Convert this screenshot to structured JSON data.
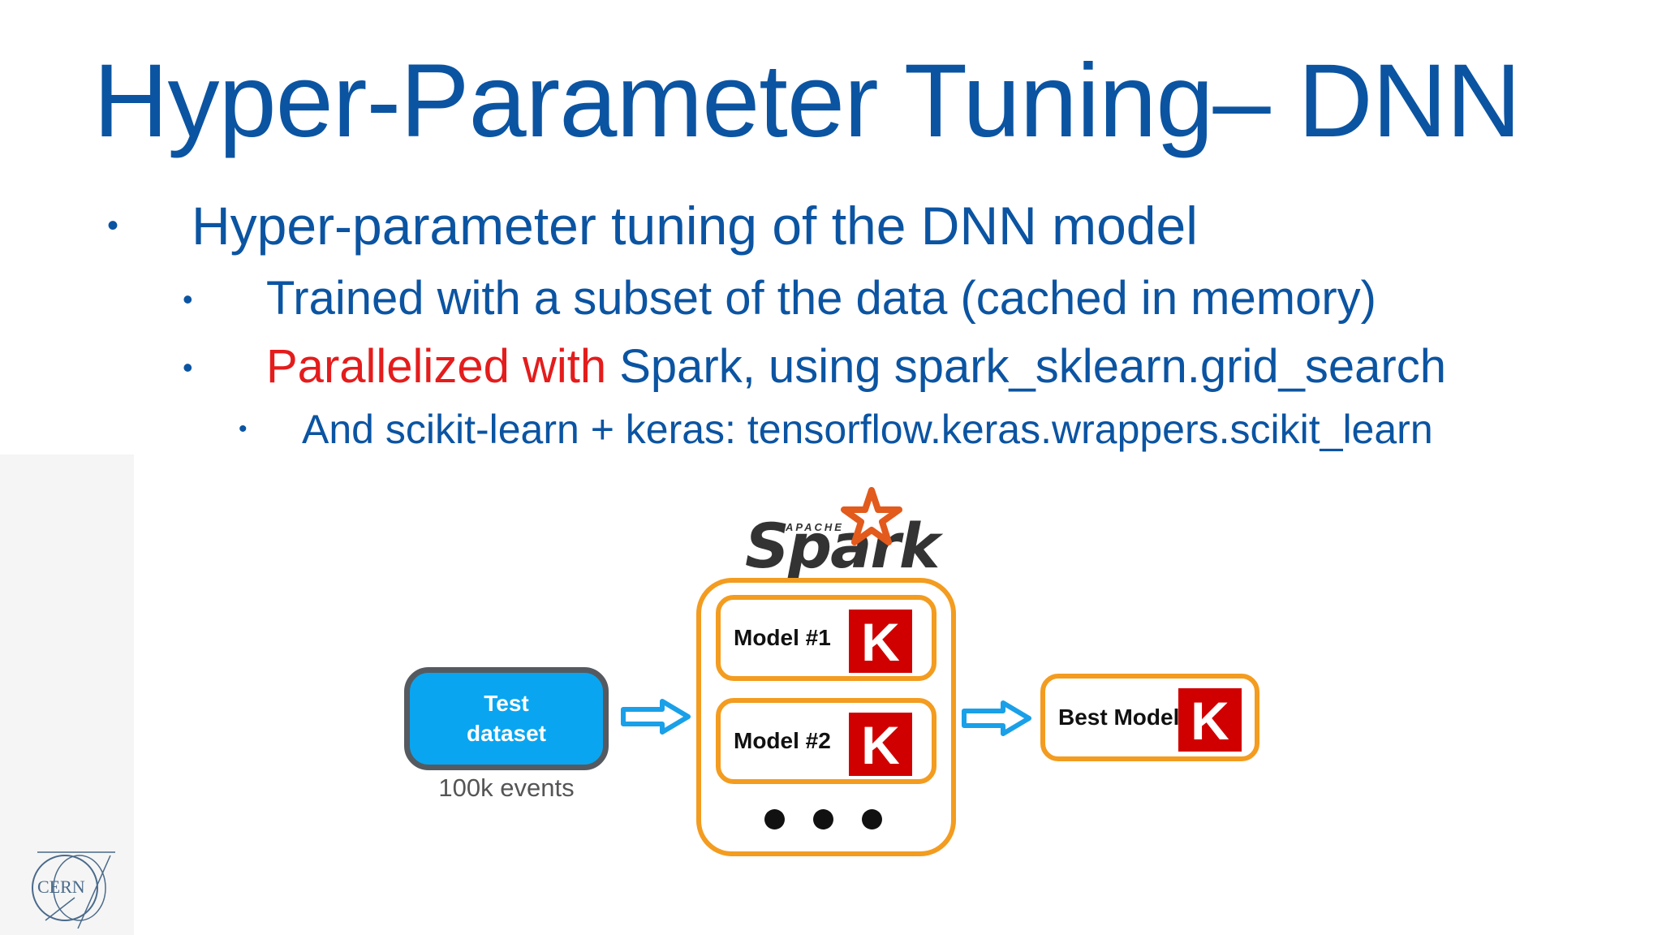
{
  "slide": {
    "title": "Hyper-Parameter Tuning– DNN",
    "bullets": {
      "b1": "Hyper-parameter tuning of the DNN model",
      "b2": "Trained with a subset of the data (cached in memory)",
      "b3_red": "Parallelized with",
      "b3_rest": " Spark, using spark_sklearn.grid_search",
      "b4": "And scikit-learn + keras: tensorflow.keras.wrappers.scikit_learn",
      "marker": "•"
    }
  },
  "diagram": {
    "test_dataset": {
      "line1": "Test",
      "line2": "dataset"
    },
    "events_caption": "100k events",
    "spark_logo": {
      "apache": "APACHE",
      "spark": "Spark"
    },
    "models": [
      {
        "label": "Model #1"
      },
      {
        "label": "Model #2"
      }
    ],
    "best_model": {
      "label": "Best Model"
    },
    "keras_letter": "K"
  },
  "footer": {
    "logo_text": "CERN"
  },
  "colors": {
    "title_blue": "#0b54a2",
    "highlight_red": "#e41c1c",
    "test_box_blue": "#0aa5f0",
    "spark_orange": "#f39c1f",
    "keras_red": "#d00000",
    "arrow_blue": "#1aa0e8"
  }
}
